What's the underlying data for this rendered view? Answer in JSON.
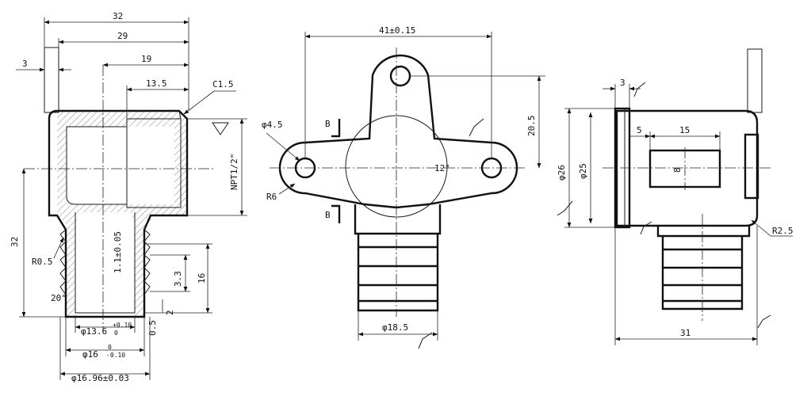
{
  "front_view": {
    "dim_total_width": "32",
    "dim_body_width": "29",
    "dim_center_to_face": "19",
    "dim_socket_depth": "13.5",
    "dim_flange_thickness": "3",
    "dim_chamfer": "C1.5",
    "dim_thread": "NPT1/2\"",
    "dim_height": "32",
    "dim_fillet": "R0.5",
    "dim_wall": "1.1±0.05",
    "dim_barb_pitch": "3.3",
    "dim_barb_length": "16",
    "dim_barb_step": "2",
    "dim_barb_lip": "0.5",
    "dim_angle": "20°",
    "dim_bore": "φ13.6",
    "dim_bore_tol_upper": "+0.10",
    "dim_bore_tol_lower": "0",
    "dim_barb_od": "φ16",
    "dim_barb_od_tol_upper": "0",
    "dim_barb_od_tol_lower": "-0.10",
    "dim_barb_max": "φ16.96±0.03"
  },
  "middle_view": {
    "dim_hole_span": "41±0.15",
    "dim_hole_dia": "φ4.5",
    "dim_ear_radius": "R6",
    "dim_top_height": "20.5",
    "dim_taper": "12°",
    "dim_barb_dia": "φ18.5",
    "section_top": "B",
    "section_bottom": "B"
  },
  "side_view": {
    "dim_flange": "3",
    "dim_dia_outer": "φ26",
    "dim_dia_inner": "φ25",
    "dim_window_offset": "5",
    "dim_window_width": "15",
    "dim_window_height": "8",
    "dim_corner_radius": "R2.5",
    "dim_total_width": "31"
  }
}
